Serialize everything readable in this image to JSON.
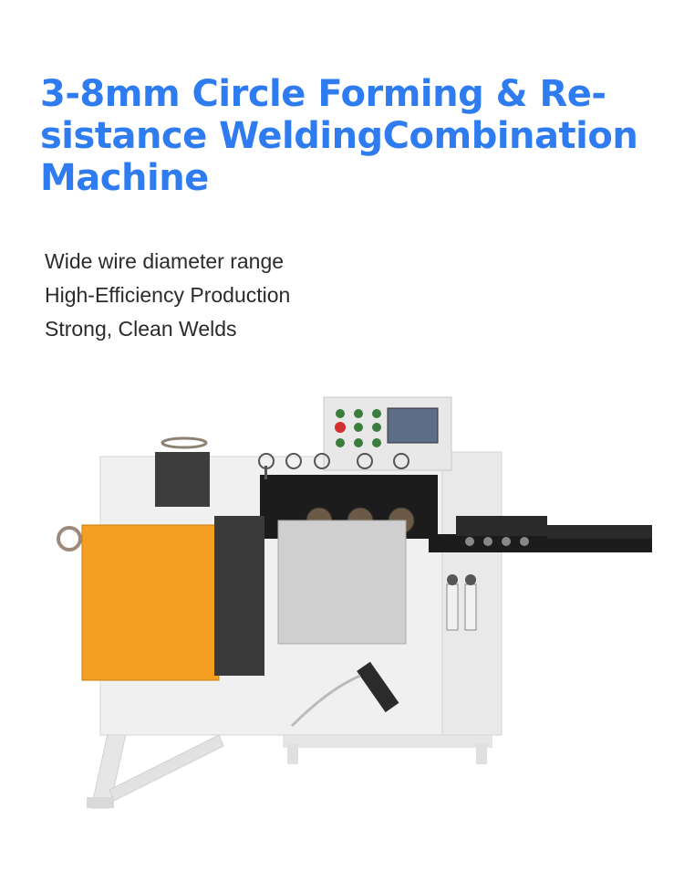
{
  "title_lines": [
    "3-8mm Circle Forming & Re-",
    "sistance WeldingCombination",
    "Machine"
  ],
  "features": [
    "Wide wire diameter range",
    "High-Efficiency Production",
    "Strong, Clean Welds"
  ],
  "colors": {
    "title": "#2f7cf0",
    "text": "#2b2b2b",
    "machine_orange": "#f5a023",
    "machine_white": "#eeeeee",
    "machine_black": "#1c1c1c"
  }
}
